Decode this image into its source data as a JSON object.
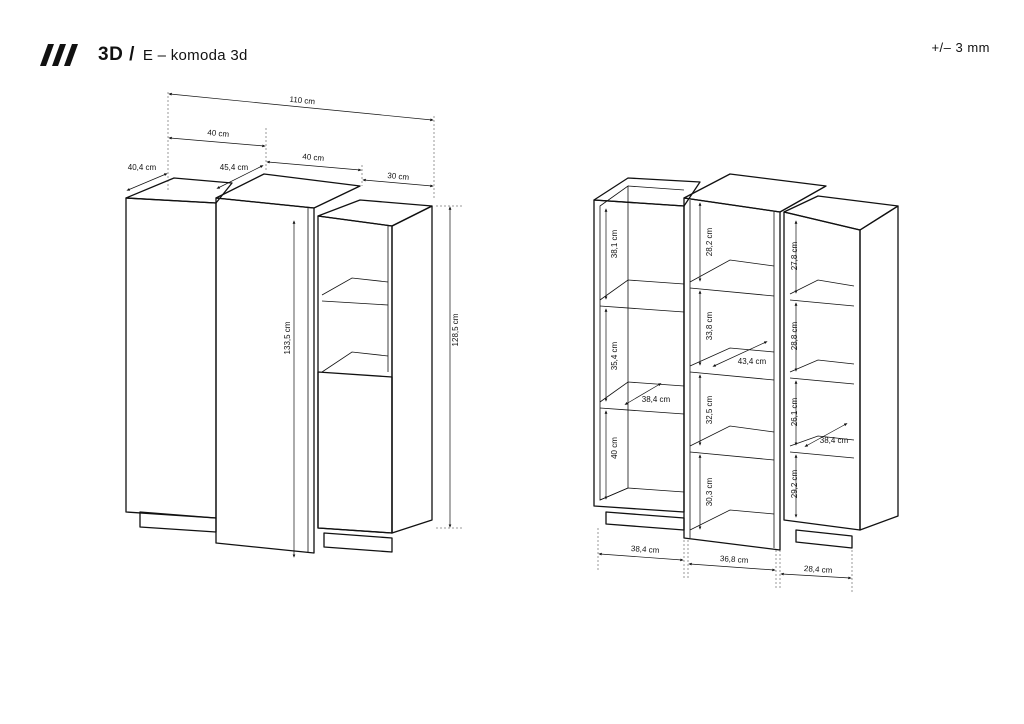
{
  "header": {
    "title_main": "3D /",
    "title_sub": "E – komoda 3d",
    "tolerance": "+/– 3 mm",
    "logo_icon": "triple-slash-icon"
  },
  "front_view": {
    "width_total": "110 cm",
    "width_left": "40 cm",
    "width_middle": "40 cm",
    "width_right": "30 cm",
    "depth_left": "40,4 cm",
    "depth_middle": "45,4 cm",
    "height_middle": "133,5 cm",
    "height_right": "128,5 cm"
  },
  "open_view": {
    "left_col": {
      "h1": "38,1 cm",
      "h2": "35,4 cm",
      "h3": "40 cm",
      "depth": "38,4 cm",
      "width": "38,4 cm"
    },
    "middle_col": {
      "h1": "28,2 cm",
      "h2": "33,8 cm",
      "h3": "32,5 cm",
      "h4": "30,3 cm",
      "depth": "43,4 cm",
      "width": "36,8 cm"
    },
    "right_col": {
      "h1": "27,8 cm",
      "h2": "28,8 cm",
      "h3": "26,1 cm",
      "h4": "29,2 cm",
      "depth": "38,4 cm",
      "width": "28,4 cm"
    }
  }
}
